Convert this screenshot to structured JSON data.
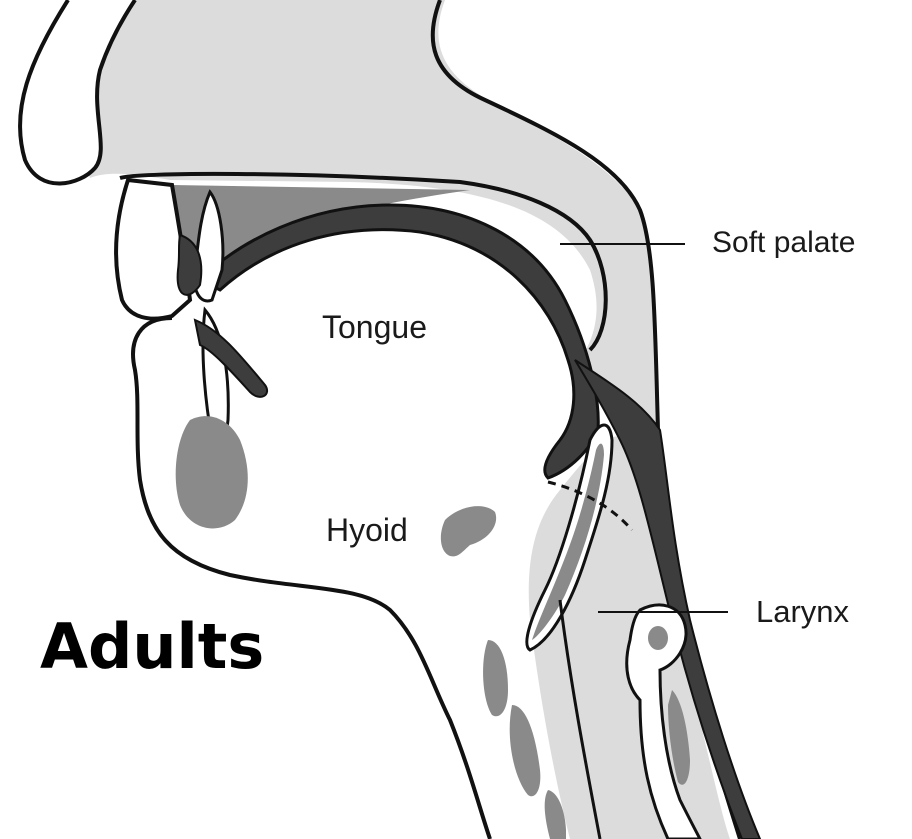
{
  "diagram": {
    "labels": {
      "soft_palate": "Soft palate",
      "tongue": "Tongue",
      "hyoid": "Hyoid",
      "larynx": "Larynx"
    },
    "caption": "Adults"
  },
  "colors": {
    "light_gray": "#dcdcdc",
    "mid_gray": "#8a8a8a",
    "dark_gray": "#3d3d3d",
    "outline": "#111111",
    "background": "#ffffff"
  }
}
